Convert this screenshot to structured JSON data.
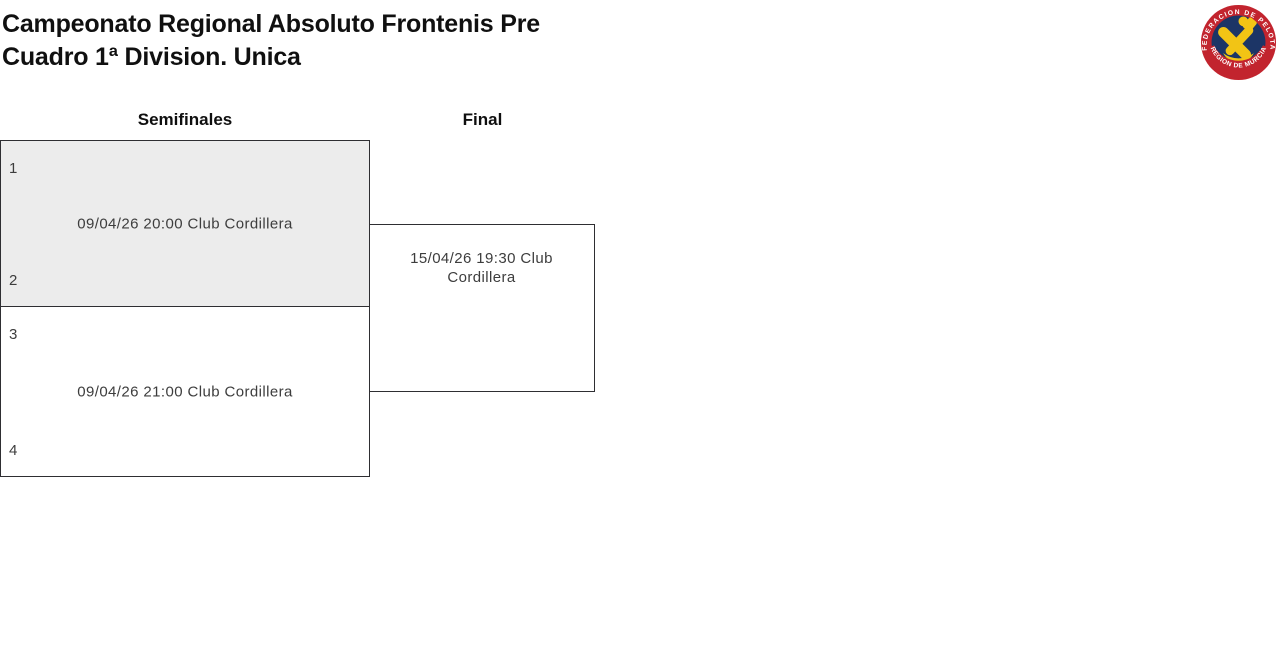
{
  "header": {
    "title_line1": "Campeonato Regional Absoluto Frontenis Pre",
    "title_line2": "Cuadro 1ª Division. Unica"
  },
  "logo": {
    "arc_top_text": "FEDERACION DE PELOTA",
    "arc_bottom_text": "REGION DE MURCIA",
    "colors": {
      "ring": "#C2242E",
      "field": "#1C3566",
      "emblem": "#F2C415"
    }
  },
  "bracket": {
    "round_labels": [
      "Semifinales",
      "Final"
    ],
    "highlight_color": "#ececec",
    "matches": [
      {
        "round": "Semifinales",
        "slot_top": "1",
        "slot_bottom": "2",
        "info": "09/04/26 20:00 Club Cordillera"
      },
      {
        "round": "Semifinales",
        "slot_top": "3",
        "slot_bottom": "4",
        "info": "09/04/26 21:00 Club Cordillera"
      },
      {
        "round": "Final",
        "info": "15/04/26 19:30 Club Cordillera"
      }
    ]
  }
}
